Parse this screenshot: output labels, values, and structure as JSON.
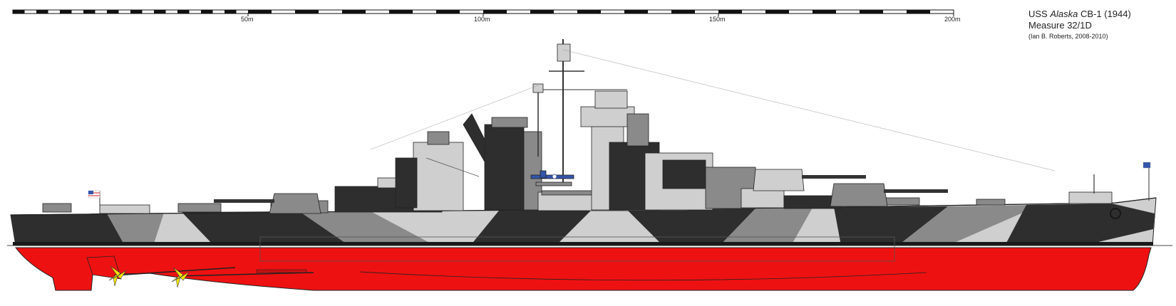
{
  "caption": {
    "ship_prefix": "USS",
    "ship_name": "Alaska",
    "ship_suffix": "CB-1 (1944)",
    "scheme": "Measure 32/1D",
    "credit": "(Ian B. Roberts, 2008-2010)"
  },
  "scale_bar": {
    "labels": [
      "50m",
      "100m",
      "150m",
      "200m"
    ]
  },
  "colors": {
    "hull_bottom": "#ee1111",
    "dark_camo": "#2e2e2e",
    "mid_camo": "#8a8a8a",
    "light_camo": "#cfcfcf",
    "propeller": "#f2e600",
    "ensign_blue": "#3355aa",
    "ensign_red": "#cc2222"
  }
}
